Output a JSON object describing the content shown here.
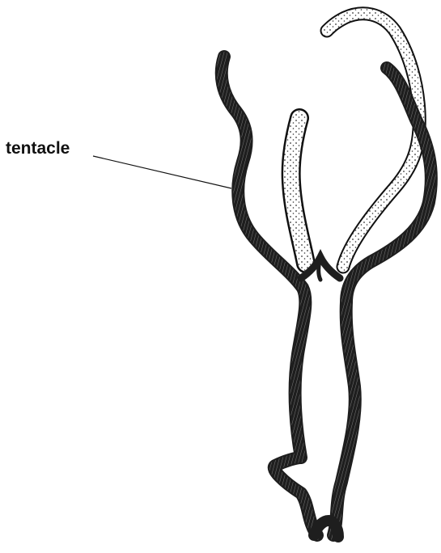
{
  "diagram": {
    "subject": "hydra",
    "labels": [
      {
        "id": "tentacle",
        "text": "tentacle"
      }
    ],
    "colors": {
      "background": "#ffffff",
      "body_wall": "#222222",
      "body_hatch": "#dddddd",
      "outline": "#111111",
      "outstretched_tentacle_fill": "#ffffff",
      "stipple": "#333333",
      "leader_line": "#111111"
    }
  }
}
